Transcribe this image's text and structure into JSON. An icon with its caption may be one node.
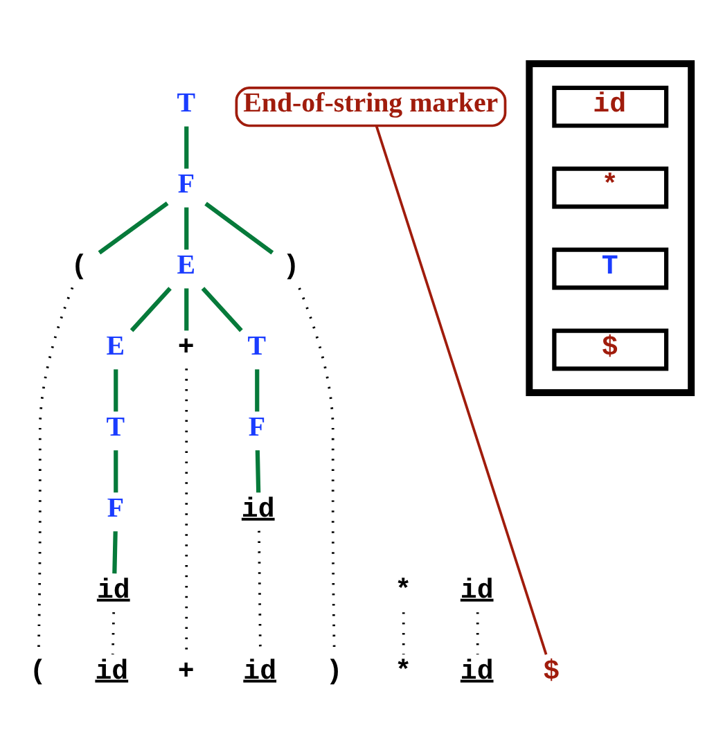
{
  "diagram": {
    "nodes": [
      {
        "text": [
          "T"
        ]
      },
      {
        "text": [
          "*"
        ]
      },
      {
        "text": [
          "id"
        ]
      },
      {
        "text": [
          "F"
        ]
      },
      {
        "text": [
          "("
        ]
      },
      {
        "text": [
          "E"
        ]
      },
      {
        "text": [
          ")"
        ]
      },
      {
        "text": [
          "E"
        ]
      },
      {
        "text": [
          "+"
        ]
      },
      {
        "text": [
          "T"
        ]
      },
      {
        "text": [
          "T"
        ]
      },
      {
        "text": [
          "F"
        ]
      },
      {
        "text": [
          "F"
        ]
      },
      {
        "text": [
          "id"
        ]
      },
      {
        "text": [
          "id"
        ]
      },
      {
        "text": [
          "("
        ]
      },
      {
        "text": [
          "id"
        ]
      },
      {
        "text": [
          "+"
        ]
      },
      {
        "text": [
          "id"
        ]
      },
      {
        "text": [
          ")"
        ]
      },
      {
        "text": [
          "*"
        ]
      },
      {
        "text": [
          "id"
        ]
      },
      {
        "text": [
          "$"
        ]
      },
      {
        "text": [],
        "shape": "box"
      },
      {
        "text": [
          "id"
        ],
        "in": 23
      },
      {
        "text": [
          "*"
        ],
        "in": 23
      },
      {
        "text": [
          "T"
        ],
        "in": 23
      },
      {
        "text": [
          "$"
        ],
        "in": 23
      },
      {
        "text": [
          "End-of-string marker"
        ]
      }
    ],
    "edges": [
      {
        "from": 0,
        "to": 3,
        "arrow": "none"
      },
      {
        "from": 3,
        "to": 4,
        "arrow": "none"
      },
      {
        "from": 3,
        "to": 5,
        "arrow": "none"
      },
      {
        "from": 3,
        "to": 6,
        "arrow": "none"
      },
      {
        "from": 5,
        "to": 7,
        "arrow": "none"
      },
      {
        "from": 5,
        "to": 8,
        "arrow": "none"
      },
      {
        "from": 5,
        "to": 9,
        "arrow": "none"
      },
      {
        "from": 7,
        "to": 10,
        "arrow": "none"
      },
      {
        "from": 10,
        "to": 12,
        "arrow": "none"
      },
      {
        "from": 12,
        "to": 13,
        "arrow": "none"
      },
      {
        "from": 9,
        "to": 11,
        "arrow": "none"
      },
      {
        "from": 11,
        "to": 14,
        "arrow": "none"
      },
      {
        "from": 4,
        "to": 15,
        "arrow": "none",
        "style": "dashed",
        "color": "#000000"
      },
      {
        "from": 13,
        "to": 16,
        "arrow": "none",
        "style": "dashed",
        "color": "#000000"
      },
      {
        "from": 8,
        "to": 17,
        "arrow": "none",
        "style": "dashed",
        "color": "#000000"
      },
      {
        "from": 14,
        "to": 18,
        "arrow": "none",
        "style": "dashed",
        "color": "#000000"
      },
      {
        "from": 6,
        "to": 19,
        "arrow": "none",
        "style": "dashed",
        "color": "#000000"
      },
      {
        "from": 1,
        "to": 20,
        "arrow": "none",
        "style": "dashed",
        "color": "#000000"
      },
      {
        "from": 2,
        "to": 21,
        "arrow": "none",
        "style": "dashed",
        "color": "#000000"
      },
      {
        "from": 28,
        "to": 22,
        "arrow": "none",
        "color": "#a01c0c"
      }
    ]
  }
}
